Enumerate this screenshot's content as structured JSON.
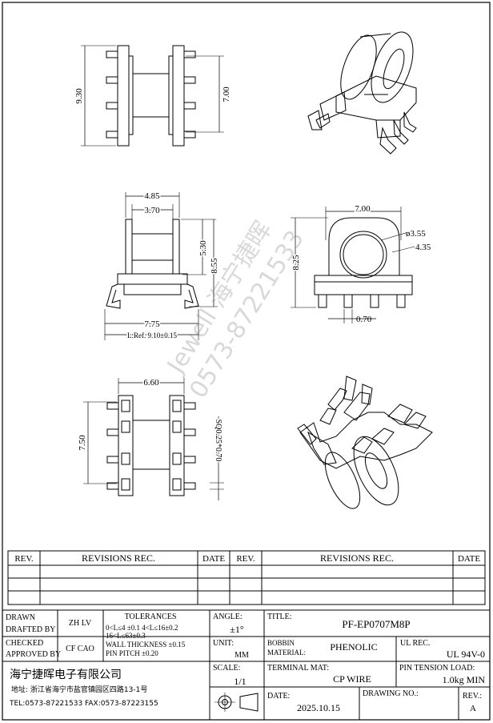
{
  "dims": {
    "top_height": "9.30",
    "top_inner": "7.00",
    "front_width": "4.85",
    "front_inner": "3.70",
    "front_tall": "8.55",
    "front_mid": "5.30",
    "front_pitch": "7.75",
    "front_ref": "L:Ref. 9.10±0.15",
    "side_width": "7.00",
    "side_height": "8.25",
    "side_hole": "ø3.55",
    "side_flange": "4.35",
    "side_pin": "0.70",
    "bottom_width": "6.60",
    "bottom_height": "7.50",
    "bottom_pin": "SQ0.25*0.70"
  },
  "watermark": {
    "line1": "Jewell 海宁捷晖",
    "line2": "0573-87221533"
  },
  "revisions": {
    "left_header": {
      "rev": "REV.",
      "rec": "REVISIONS   REC.",
      "date": "DATE"
    },
    "right_header": {
      "rev": "REV.",
      "rec": "REVISIONS   REC.",
      "date": "DATE"
    }
  },
  "title_block": {
    "drawn_label": "DRAWN",
    "drafted_label": "DRAFTED BY",
    "drafted_by": "ZH LV",
    "checked_label": "CHECKED",
    "approved_label": "APPROVED BY",
    "approved_by": "CF CAO",
    "tolerances_label": "TOLERANCES",
    "tol_line1": "0<L≤4 ±0.1  4<L≤16±0.2",
    "tol_line2": "16<L≤63±0.3",
    "tol_line3": "WALL THICKNESS ±0.15",
    "tol_line4": "PIN PITCH ±0.20",
    "angle_label": "ANGLE:",
    "angle_value": "±1°",
    "unit_label": "UNIT:",
    "unit_value": "MM",
    "title_label": "TITLE:",
    "title_value": "PF-EP0707M8P",
    "bobbin_label": "BOBBIN",
    "material_label": "MATERIAL:",
    "material_value": "PHENOLIC",
    "ul_label": "UL REC.",
    "ul_value": "UL 94V-0",
    "company_name": "海宁捷晖电子有限公司",
    "company_address": "地址: 浙江省海宁市盐官镇园区四路13-1号",
    "company_contact": "TEL:0573-87221533 FAX:0573-87223155",
    "scale_label": "SCALE:",
    "scale_value": "1/1",
    "terminal_label": "TERMINAL MAT:",
    "terminal_value": "CP WIRE",
    "pin_tension_label": "PIN TENSION LOAD:",
    "pin_tension_value": "1.0kg MIN",
    "date_label": "DATE:",
    "date_value": "2025.10.15",
    "drawing_no_label": "DRAWING NO.:",
    "rev_label": "REV.:",
    "rev_value": "A"
  }
}
